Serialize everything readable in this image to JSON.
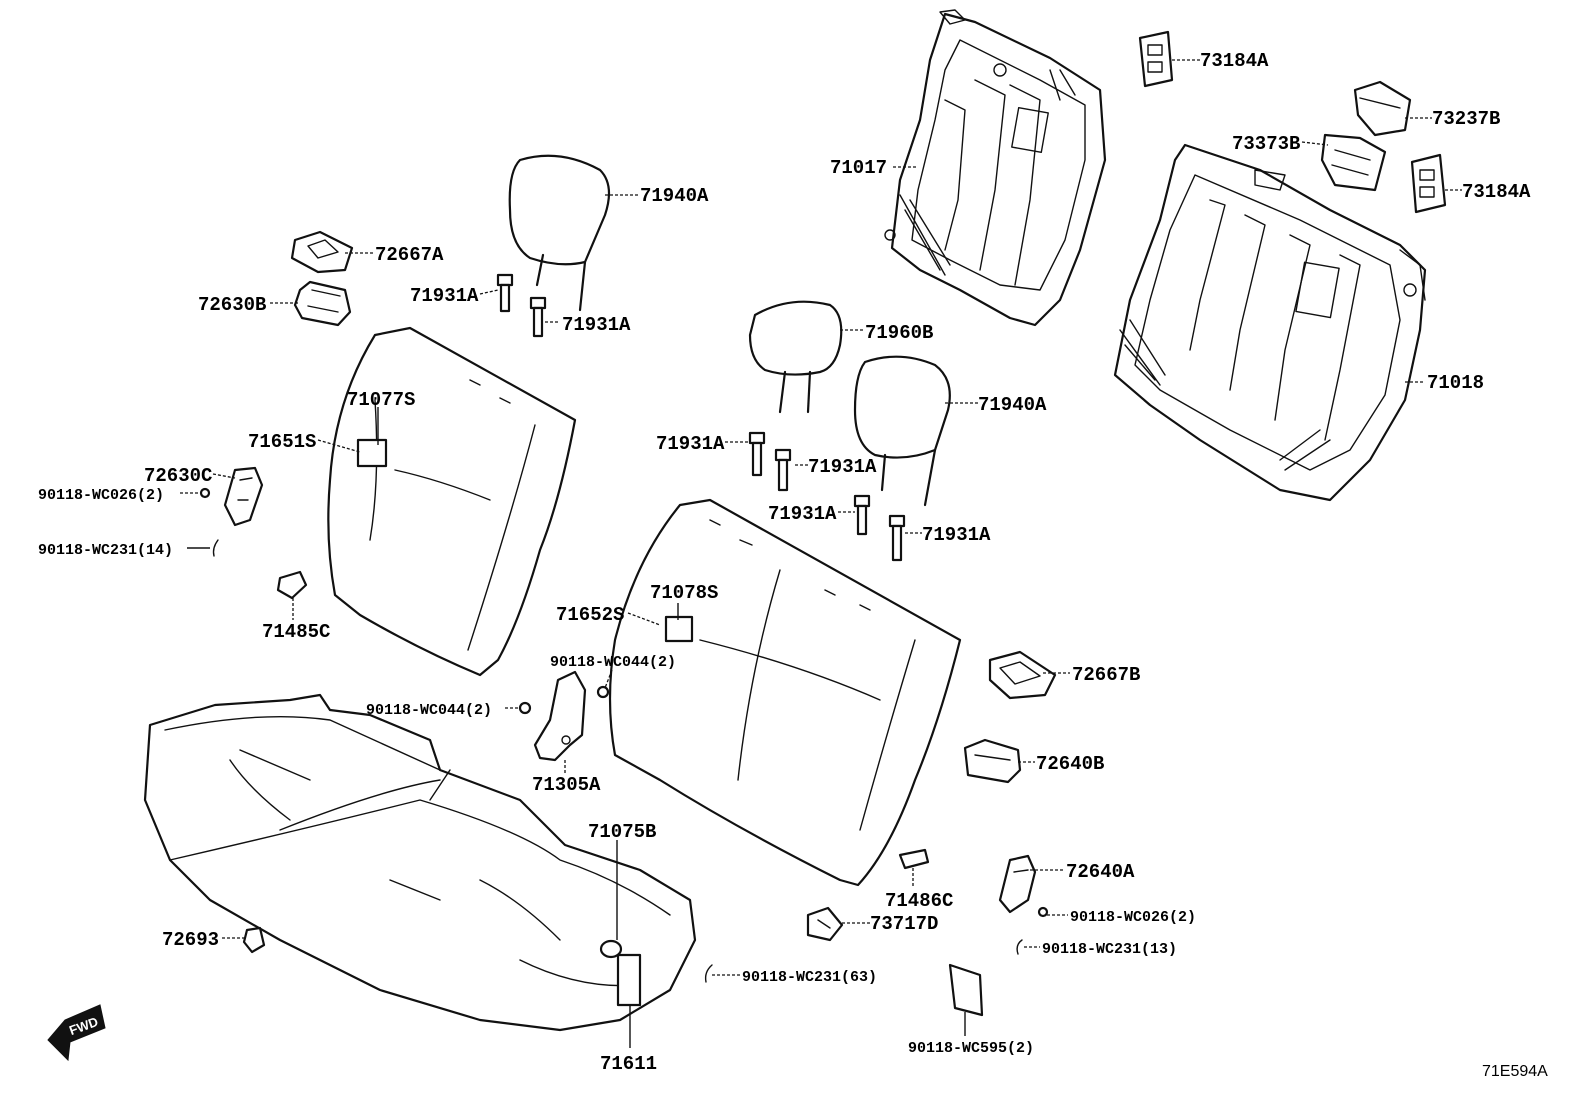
{
  "diagram": {
    "code": "71E594A",
    "fwd_label": "FWD",
    "labels": {
      "p73184A_top": "73184A",
      "p73237B": "73237B",
      "p73373B": "73373B",
      "p73184A_right": "73184A",
      "p71017": "71017",
      "p71018": "71018",
      "p71940A_top": "71940A",
      "p72667A": "72667A",
      "p72630B": "72630B",
      "p71931A_1": "71931A",
      "p71931A_2": "71931A",
      "p71960B": "71960B",
      "p71077S": "71077S",
      "p71651S": "71651S",
      "p72630C": "72630C",
      "p90118_WC026_left": "90118-WC026(2)",
      "p90118_WC231_14": "90118-WC231(14)",
      "p71940A_mid": "71940A",
      "p71931A_3": "71931A",
      "p71931A_4": "71931A",
      "p71931A_5": "71931A",
      "p71931A_6": "71931A",
      "p71485C": "71485C",
      "p71078S": "71078S",
      "p71652S": "71652S",
      "p90118_WC044_right": "90118-WC044(2)",
      "p90118_WC044_left": "90118-WC044(2)",
      "p71305A": "71305A",
      "p72667B": "72667B",
      "p72640B": "72640B",
      "p71075B": "71075B",
      "p72640A": "72640A",
      "p71486C": "71486C",
      "p90118_WC026_right": "90118-WC026(2)",
      "p73717D": "73717D",
      "p90118_WC231_13": "90118-WC231(13)",
      "p72693": "72693",
      "p90118_WC231_63": "90118-WC231(63)",
      "p71611": "71611",
      "p90118_WC595": "90118-WC595(2)"
    }
  }
}
